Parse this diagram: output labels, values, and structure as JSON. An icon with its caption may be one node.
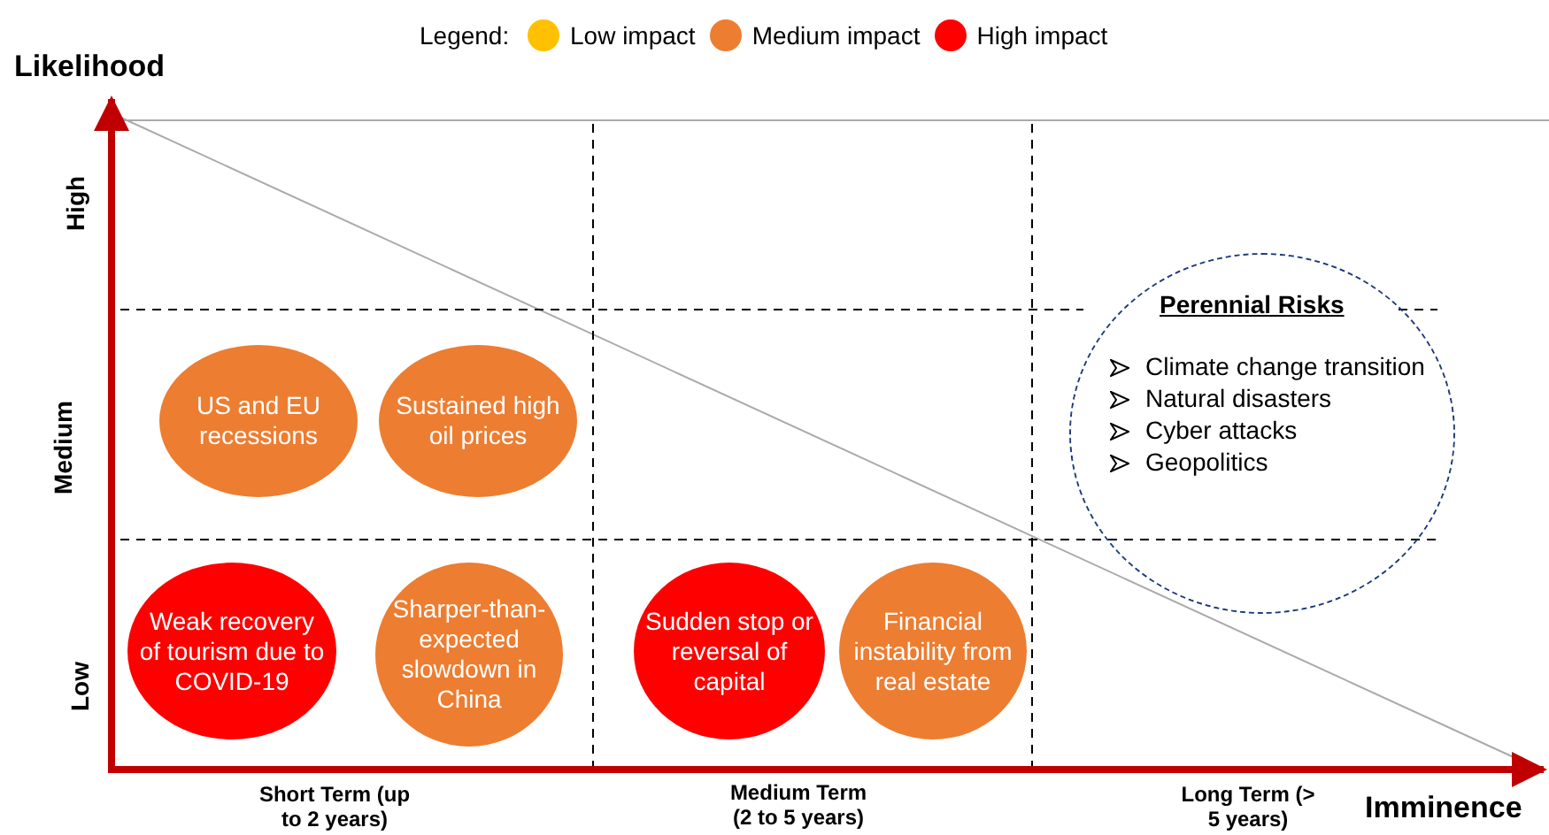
{
  "diagram": {
    "nodes": [
      {
        "text": [
          "US and EU recessions"
        ]
      },
      {
        "text": [
          "Sustained high oil prices"
        ]
      },
      {
        "text": [
          "Perennial Risks",
          "Climate change transition",
          "Natural disasters",
          "Cyber attacks",
          "Geopolitics"
        ]
      },
      {
        "text": [
          "Weak recovery of tourism due to COVID-19"
        ]
      },
      {
        "text": [
          "Sharper-than-expected slowdown in China"
        ]
      },
      {
        "text": [
          "Sudden stop or reversal of capital"
        ]
      },
      {
        "text": [
          "Financial instability from real estate"
        ]
      }
    ],
    "labels": [
      "Legend:",
      "Likelihood",
      "High",
      "Medium",
      "Low",
      "Short Term (up to 2 years)",
      "Medium Term (2 to 5 years)",
      "Long Term (> 5 years)",
      "Imminence"
    ],
    "legend": [
      {
        "text": "Low impact",
        "color": "#ffc000"
      },
      {
        "text": "Medium impact",
        "color": "#ed7d31"
      },
      {
        "text": "High impact",
        "color": "#ff0000"
      }
    ]
  }
}
